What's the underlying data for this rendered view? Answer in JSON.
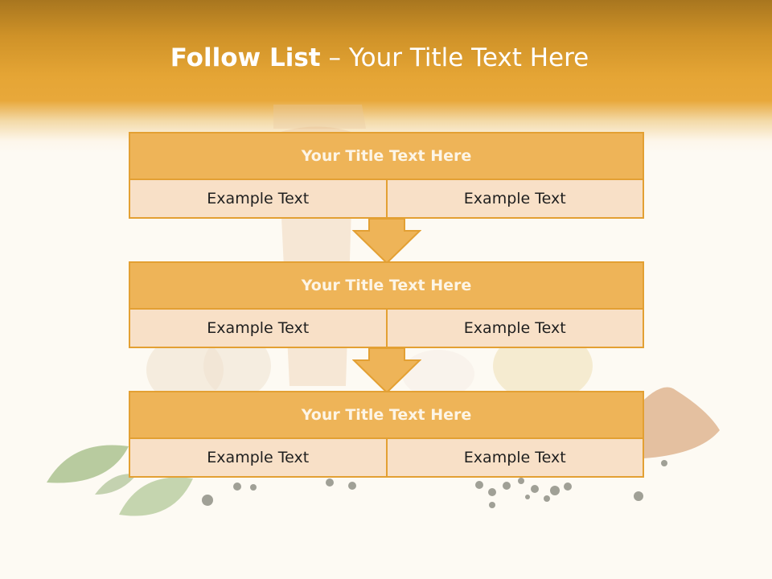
{
  "title": {
    "bold": "Follow List",
    "rest": "– Your Title Text Here"
  },
  "steps": [
    {
      "title": "Your Title Text Here",
      "left": "Example Text",
      "right": "Example Text"
    },
    {
      "title": "Your Title Text Here",
      "left": "Example Text",
      "right": "Example Text"
    },
    {
      "title": "Your Title Text Here",
      "left": "Example Text",
      "right": "Example Text"
    }
  ],
  "colors": {
    "accent": "#e8a83a",
    "header_fill": "#eeb458",
    "cell_fill": "#f8e0c7",
    "border": "#e3a033"
  }
}
